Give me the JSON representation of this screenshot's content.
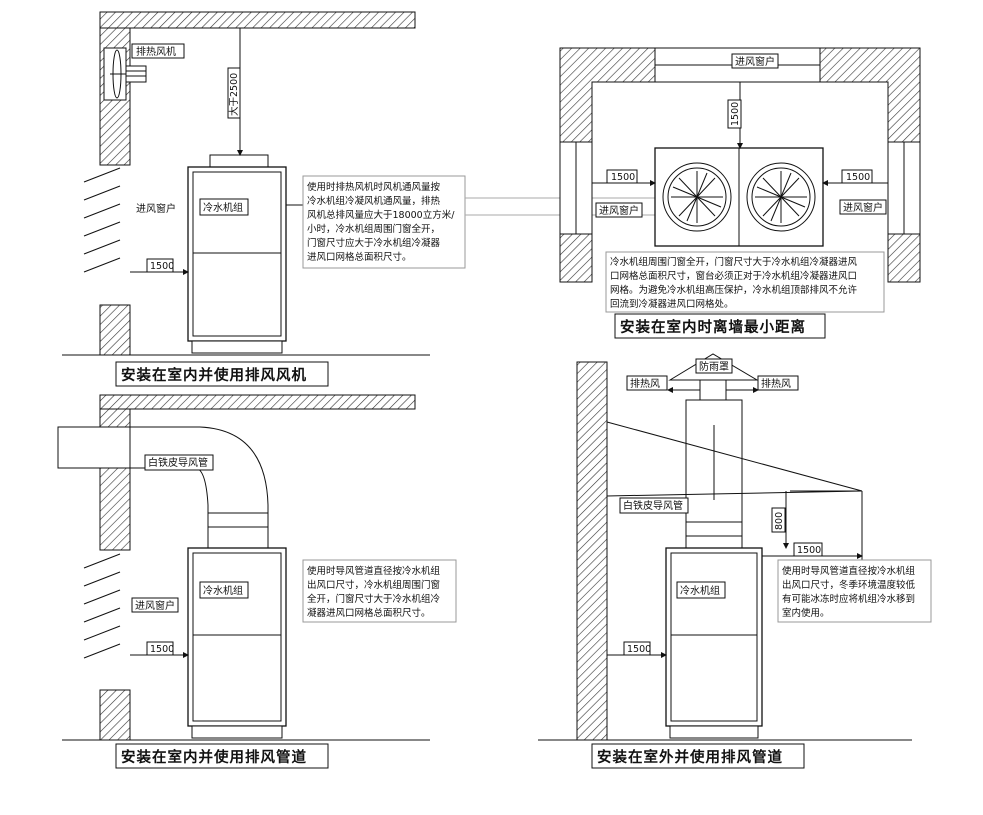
{
  "panels": {
    "top_left": {
      "fan_label": "排热风机",
      "height_dim": "大于2500",
      "unit_label": "冷水机组",
      "inlet_label": "进风窗户",
      "dim_1500": "1500",
      "note_lines": [
        "使用时排热风机时风机通风量按",
        "冷水机组冷凝风机通风量，排热",
        "风机总排风量应大于18000立方米/",
        "小时，冷水机组周围门窗全开，",
        "门窗尺寸应大于冷水机组冷凝器",
        "进风口网格总面积尺寸。"
      ],
      "title": "安装在室内并使用排风风机"
    },
    "top_right": {
      "window_top_label": "进风窗户",
      "dim_top": "1500",
      "dim_left": "1500",
      "dim_right": "1500",
      "window_left_label": "进风窗户",
      "window_right_label": "进风窗户",
      "note_lines": [
        "冷水机组周围门窗全开，门窗尺寸大于冷水机组冷凝器进风",
        "口网格总面积尺寸，窗台必须正对于冷水机组冷凝器进风口",
        "网格。为避免冷水机组高压保护，冷水机组顶部排风不允许",
        "回流到冷凝器进风口网格处。"
      ],
      "title": "安装在室内时离墙最小距离"
    },
    "bottom_left": {
      "duct_label": "白铁皮导风管",
      "unit_label": "冷水机组",
      "inlet_label": "进风窗户",
      "dim_1500": "1500",
      "note_lines": [
        "使用时导风管道直径按冷水机组",
        "出风口尺寸，冷水机组周围门窗",
        "全开，门窗尺寸大于冷水机组冷",
        "凝器进风口网格总面积尺寸。"
      ],
      "title": "安装在室内并使用排风管道"
    },
    "bottom_right": {
      "cap_label": "防雨罩",
      "exhaust_left_label": "排热风",
      "exhaust_right_label": "排热风",
      "duct_label": "白铁皮导风管",
      "dim_800": "800",
      "dim_1500_top": "1500",
      "unit_label": "冷水机组",
      "dim_1500": "1500",
      "note_lines": [
        "使用时导风管道直径按冷水机组",
        "出风口尺寸，冬季环境温度较低",
        "有可能冰冻时应将机组冷水移到",
        "室内使用。"
      ],
      "title": "安装在室外并使用排风管道"
    }
  },
  "colors": {
    "line": "#1a1a1a",
    "hatch": "#333333",
    "paper": "#ffffff"
  },
  "icons": [
    "exhaust-fan-icon",
    "condenser-fan-icon",
    "rain-cap-icon"
  ]
}
